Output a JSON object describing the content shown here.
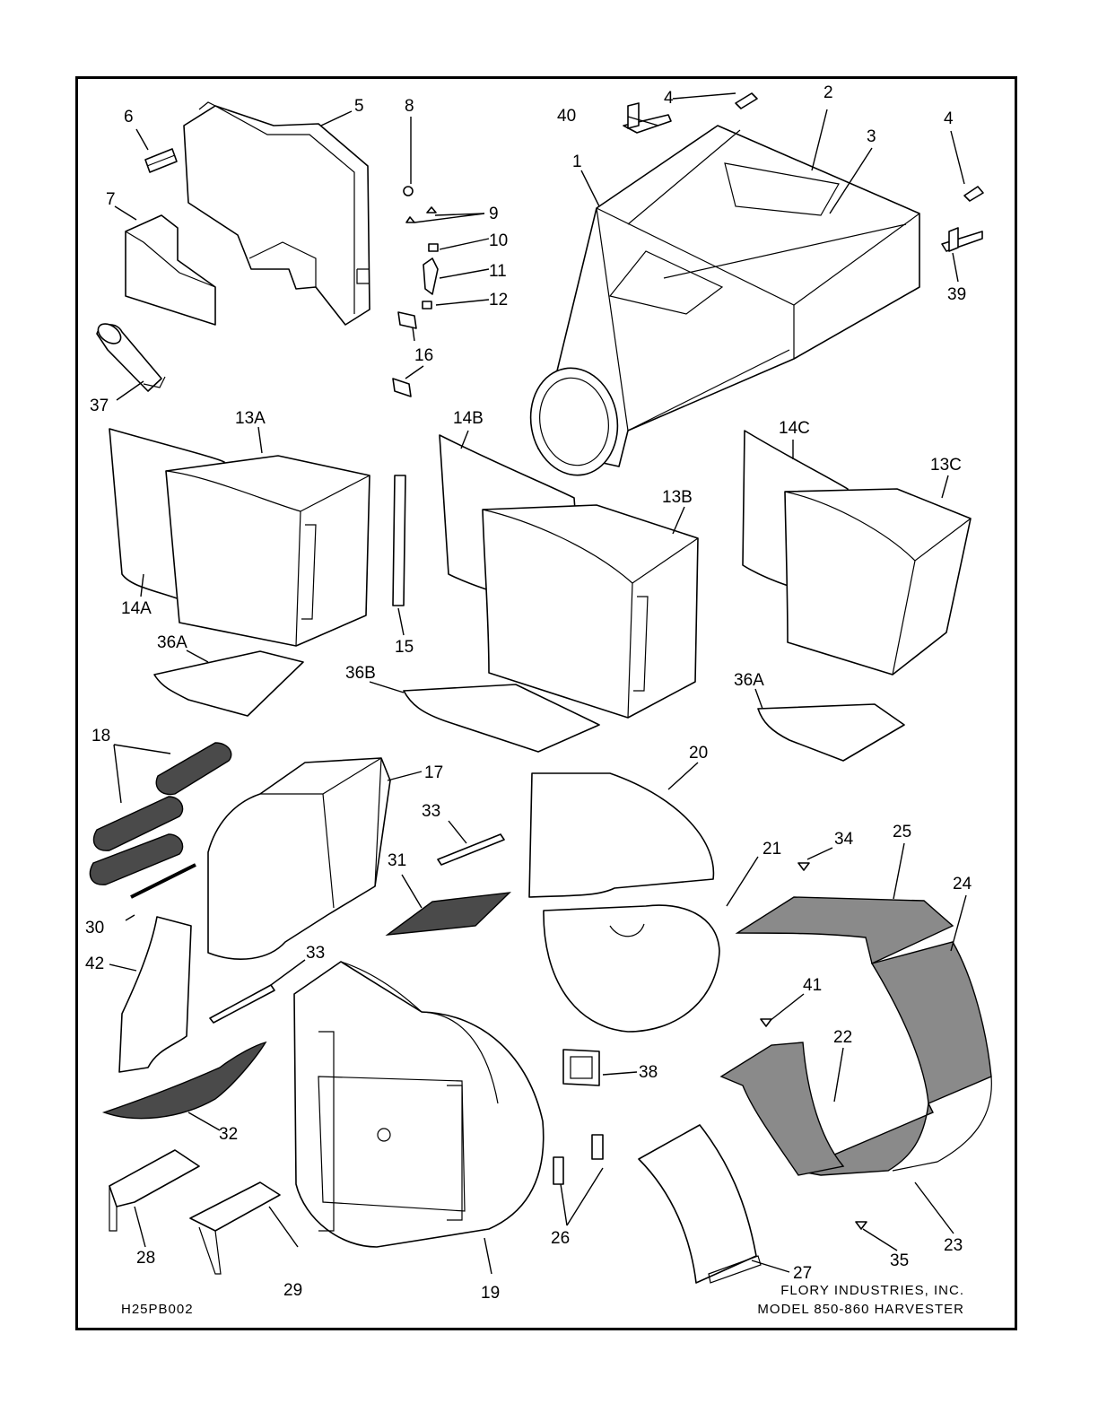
{
  "drawing_code": "H25PB002",
  "title_block": {
    "company": "FLORY INDUSTRIES, INC.",
    "model": "MODEL 850-860 HARVESTER"
  },
  "callouts": {
    "c1": "1",
    "c2": "2",
    "c3": "3",
    "c4a": "4",
    "c4b": "4",
    "c5": "5",
    "c6": "6",
    "c7": "7",
    "c8": "8",
    "c9": "9",
    "c10": "10",
    "c11": "11",
    "c12": "12",
    "c13a": "13A",
    "c13b": "13B",
    "c13c": "13C",
    "c14a": "14A",
    "c14b": "14B",
    "c14c": "14C",
    "c15": "15",
    "c16": "16",
    "c17": "17",
    "c18": "18",
    "c19": "19",
    "c20": "20",
    "c21": "21",
    "c22": "22",
    "c23": "23",
    "c24": "24",
    "c25": "25",
    "c26": "26",
    "c27": "27",
    "c28": "28",
    "c29": "29",
    "c30": "30",
    "c31": "31",
    "c32": "32",
    "c33a": "33",
    "c33b": "33",
    "c34": "34",
    "c35": "35",
    "c36a1": "36A",
    "c36b": "36B",
    "c36a2": "36A",
    "c37": "37",
    "c38": "38",
    "c39": "39",
    "c40": "40",
    "c41": "41",
    "c42": "42"
  }
}
